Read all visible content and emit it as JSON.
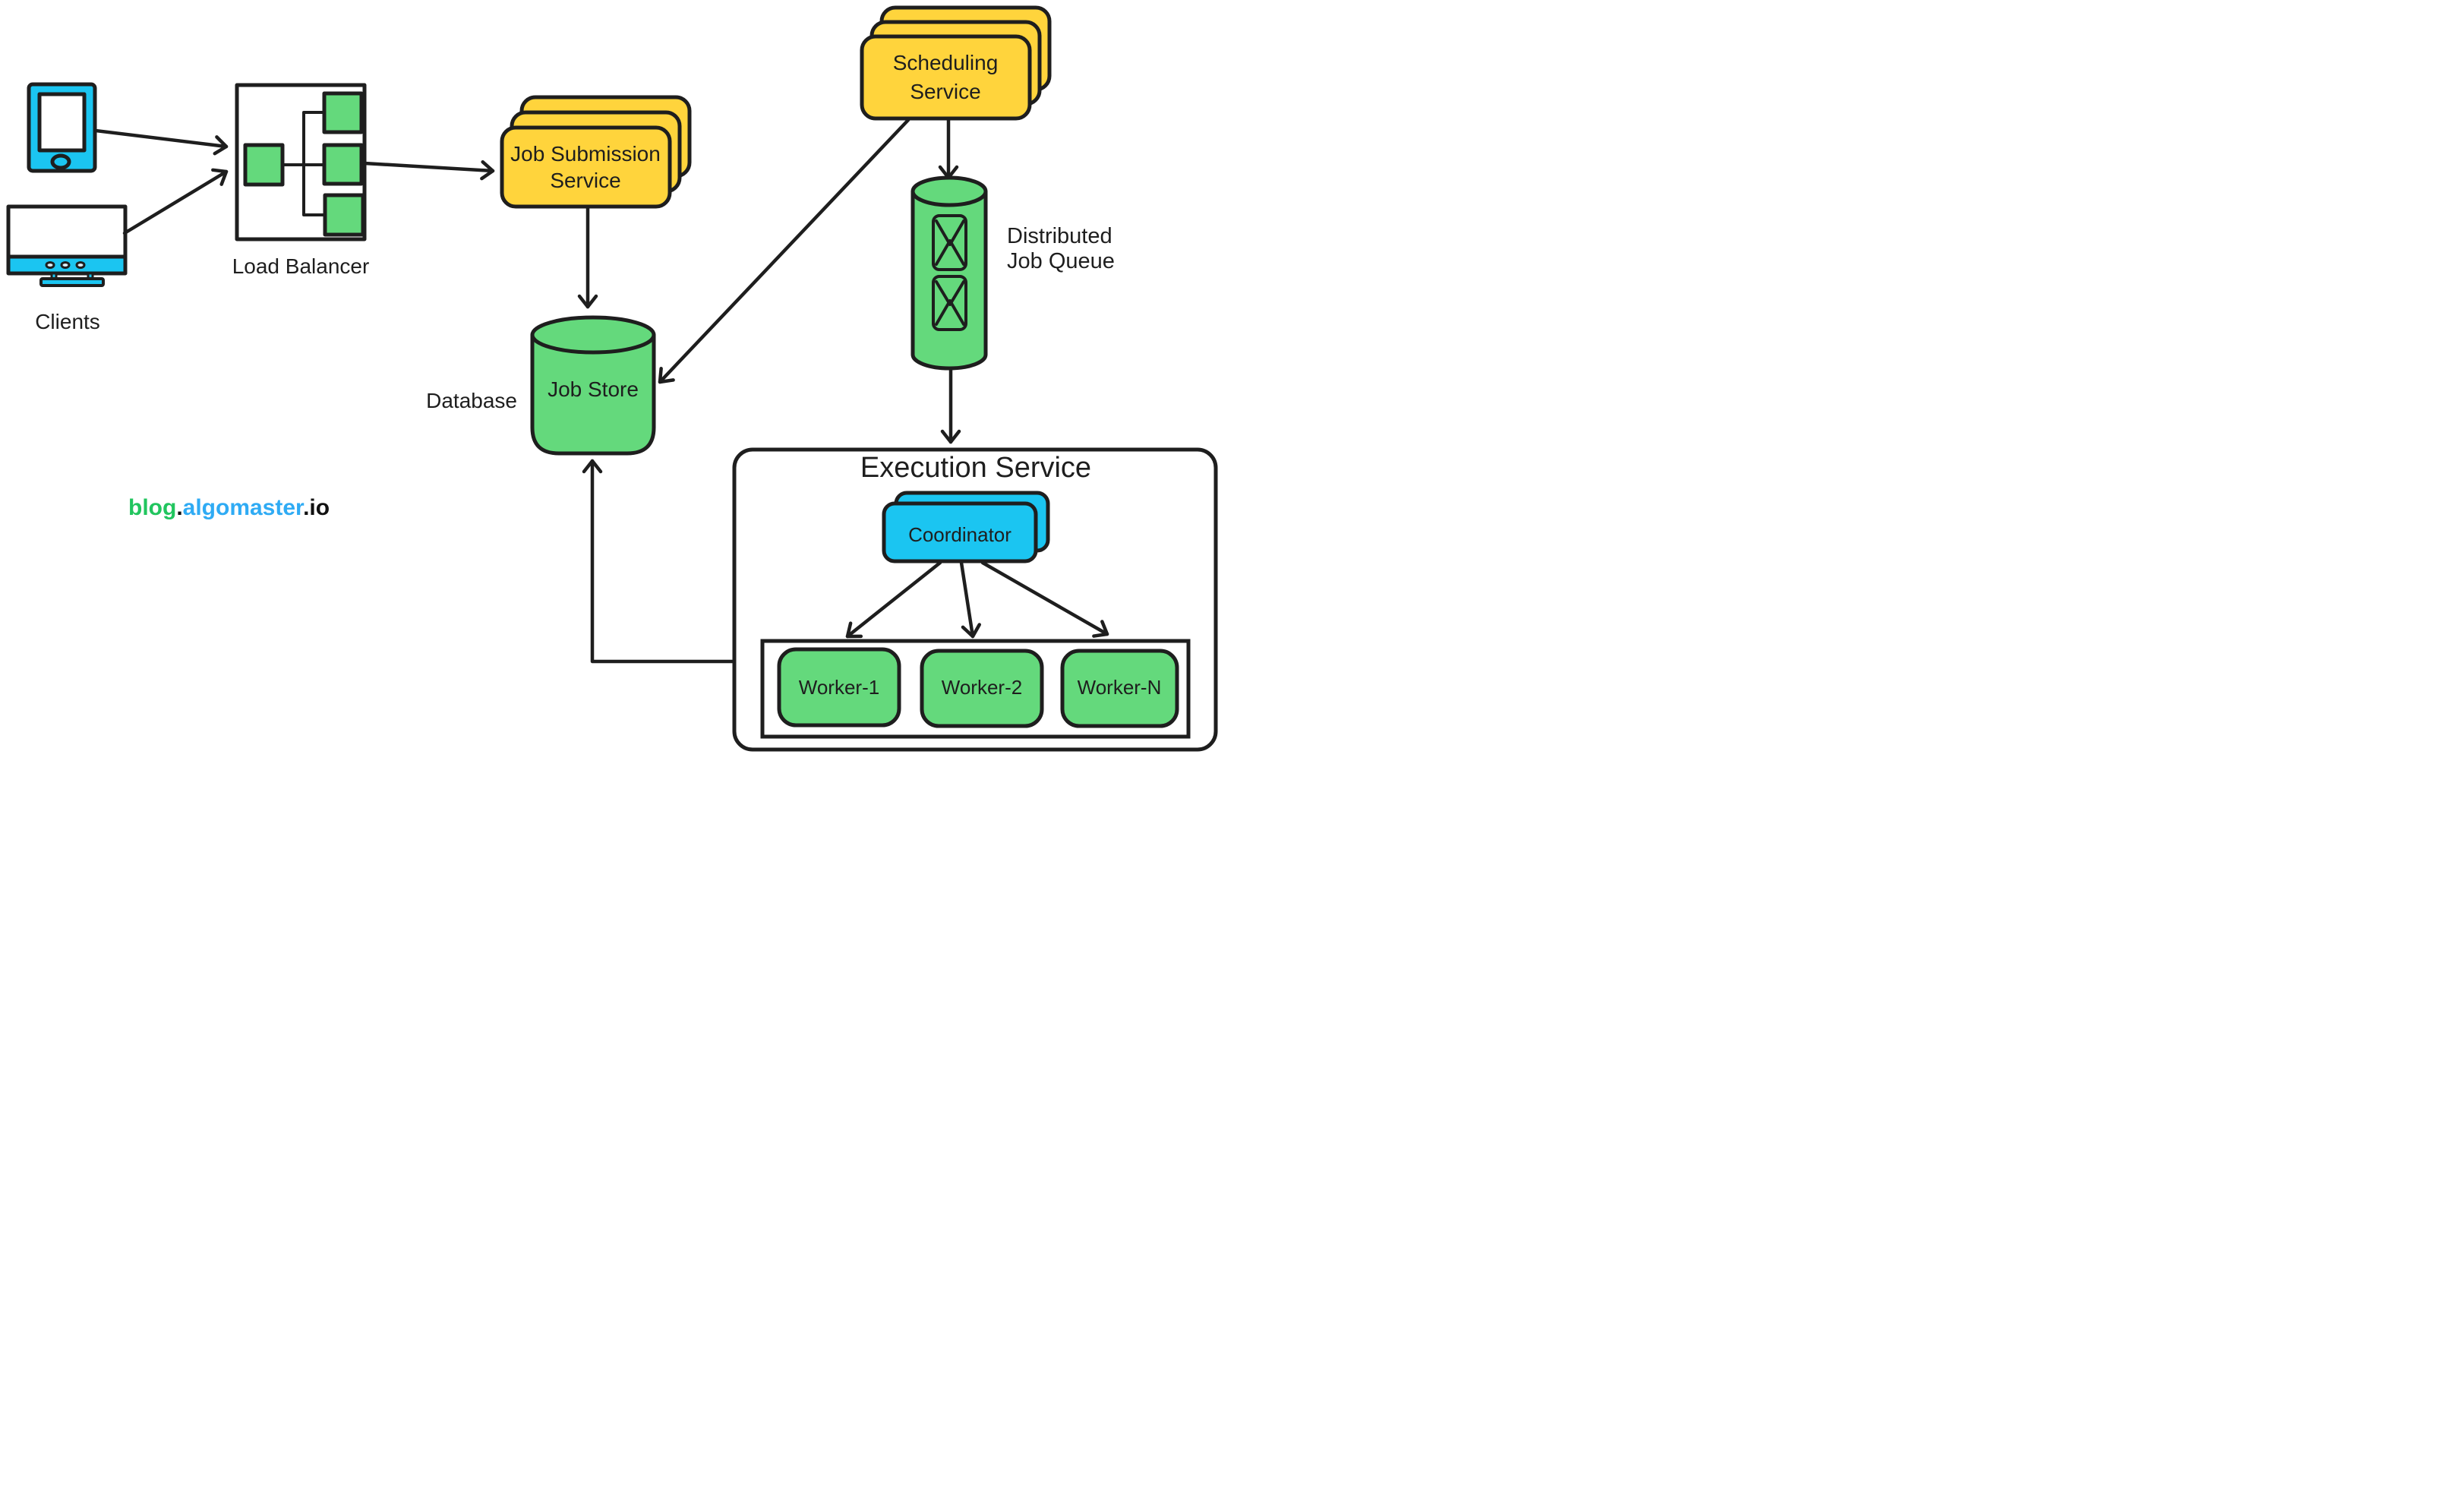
{
  "nodes": {
    "clients": {
      "label": "Clients"
    },
    "load_balancer": {
      "label": "Load Balancer"
    },
    "job_submission": {
      "line1": "Job Submission",
      "line2": "Service"
    },
    "scheduling": {
      "line1": "Scheduling",
      "line2": "Service"
    },
    "job_store": {
      "label": "Job Store"
    },
    "database": {
      "label": "Database"
    },
    "job_queue": {
      "line1": "Distributed",
      "line2": "Job Queue"
    },
    "execution": {
      "title": "Execution Service"
    },
    "coordinator": {
      "label": "Coordinator"
    },
    "workers": [
      {
        "label": "Worker-1"
      },
      {
        "label": "Worker-2"
      },
      {
        "label": "Worker-N"
      }
    ]
  },
  "branding": {
    "part1": "blog",
    "dot1": ".",
    "part2": "algomaster",
    "dot2": ".",
    "part3": "io"
  },
  "colors": {
    "yellow": "#FFD43C",
    "green": "#64D97C",
    "cyan": "#1BC5F1",
    "dot_fill": "#DCEEF8",
    "outline": "#1e1e1e",
    "brand_green": "#21C55E",
    "brand_blue": "#2FABF4",
    "brand_dark": "#111111"
  }
}
